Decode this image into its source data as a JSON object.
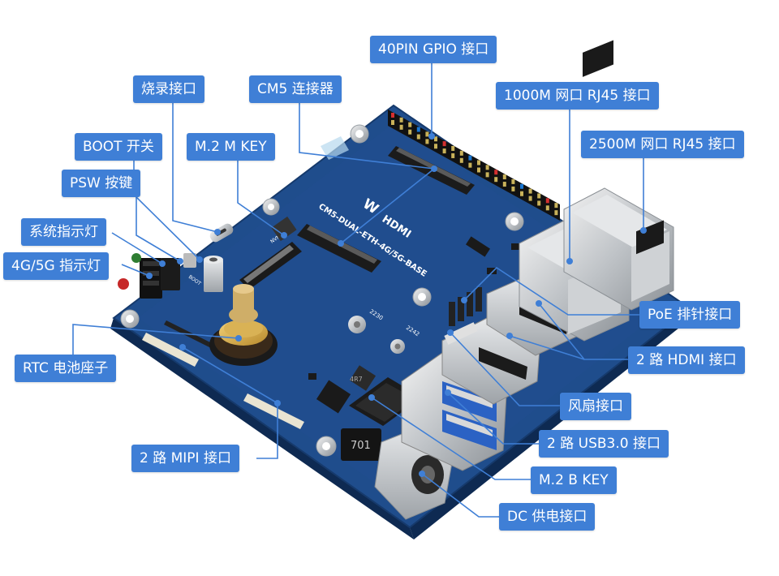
{
  "board_silkscreen": {
    "model": "CM5-DUAL-ETH-4G/5G-BASE",
    "hdmi": "HDMI",
    "nvme": "NVME",
    "m2_2230": "2230",
    "m2_2242": "2242",
    "boot": "BOOT",
    "inductor": "4R7",
    "sim_code": "701"
  },
  "labels": {
    "gpio": "40PIN GPIO 接口",
    "burn": "烧录接口",
    "cm5": "CM5 连接器",
    "rj45_1000": "1000M 网口 RJ45 接口",
    "rj45_2500": "2500M 网口 RJ45 接口",
    "boot": "BOOT 开关",
    "m2m": "M.2 M KEY",
    "psw": "PSW 按键",
    "sysled": "系统指示灯",
    "led4g": "4G/5G 指示灯",
    "poe": "PoE 排针接口",
    "hdmi": "2 路 HDMI 接口",
    "rtc": "RTC 电池座子",
    "fan": "风扇接口",
    "usb": "2 路 USB3.0 接口",
    "mipi": "2 路 MIPI 接口",
    "m2b": "M.2 B KEY",
    "dc": "DC 供电接口"
  },
  "colors": {
    "label_bg": "#3f7fd6",
    "label_text": "#ffffff",
    "pcb": "#1f4d8c",
    "pcb_dark": "#163a6c",
    "pcb_edge": "#0e2a52"
  }
}
